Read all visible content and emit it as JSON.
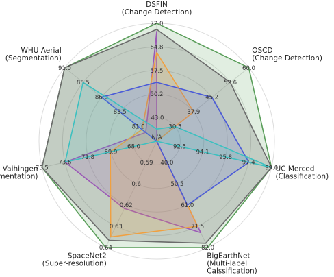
{
  "chart_data": {
    "type": "radar",
    "levels": 5,
    "center_label": "N/A",
    "axes": [
      {
        "label_lines": [
          "DSFIN",
          "(Change Detection)"
        ],
        "ticks": [
          "",
          "50.2",
          "57.5",
          "64.8",
          "72.0"
        ],
        "min": 43.0,
        "max": 72.0
      },
      {
        "label_lines": [
          "OSCD",
          "(Change Detection)"
        ],
        "ticks": [
          "30.5",
          "37.9",
          "45.2",
          "52.6",
          "60.0"
        ],
        "min": 23.1,
        "max": 60.0
      },
      {
        "label_lines": [
          "UC Merced",
          "(Classification)"
        ],
        "ticks": [
          "92.5",
          "94.1",
          "95.8",
          "97.4",
          "99.0"
        ],
        "min": 90.9,
        "max": 99.0
      },
      {
        "label_lines": [
          "BigEarthNet",
          "(Multi-label",
          "Calssification)"
        ],
        "ticks": [
          "40.0",
          "50.5",
          "61.0",
          "71.5",
          "82.0"
        ],
        "min": 29.5,
        "max": 82.0
      },
      {
        "label_lines": [
          "SpaceNet2",
          "(Super-resolution)"
        ],
        "ticks": [
          "0.59",
          "0.6",
          "0.62",
          "0.63",
          "0.64"
        ],
        "min": 0.58,
        "max": 0.64
      },
      {
        "label_lines": [
          "Vaihingen",
          "(Segmentation)"
        ],
        "ticks": [
          "68.0",
          "69.9",
          "71.8",
          "73.6",
          "75.5"
        ],
        "min": 66.1,
        "max": 75.5
      },
      {
        "label_lines": [
          "WHU Aerial",
          "(Segmentation)"
        ],
        "ticks": [
          "81.0",
          "83.5",
          "86.0",
          "88.5",
          "91.0"
        ],
        "min": 78.5,
        "max": 91.0
      }
    ],
    "center_ticks": [
      "43.0"
    ],
    "series": [
      {
        "color": "#5a9e5a",
        "fill_opacity": 0.18,
        "values": [
          72.0,
          60.0,
          99.0,
          82.0,
          0.64,
          75.5,
          91.0
        ]
      },
      {
        "color": "#6b6b6b",
        "fill_opacity": 0.25,
        "values": [
          70.5,
          52.6,
          99.0,
          79.9,
          0.636,
          75.5,
          91.0
        ]
      },
      {
        "color": "#9b59b6",
        "fill_opacity": 0.18,
        "values": [
          70.0,
          23.1,
          90.9,
          74.7,
          0.618,
          73.6,
          80.0
        ]
      },
      {
        "color": "#f0a040",
        "fill_opacity": 0.18,
        "values": [
          64.8,
          37.9,
          90.9,
          71.5,
          0.634,
          69.9,
          80.5
        ]
      },
      {
        "color": "#4a5ad8",
        "fill_opacity": 0.15,
        "values": [
          57.5,
          45.2,
          97.4,
          61.0,
          0.58,
          66.1,
          86.0
        ]
      },
      {
        "color": "#3cc0c0",
        "fill_opacity": 0.15,
        "values": [
          46.0,
          30.5,
          99.0,
          29.5,
          0.58,
          73.6,
          88.5
        ]
      }
    ]
  }
}
